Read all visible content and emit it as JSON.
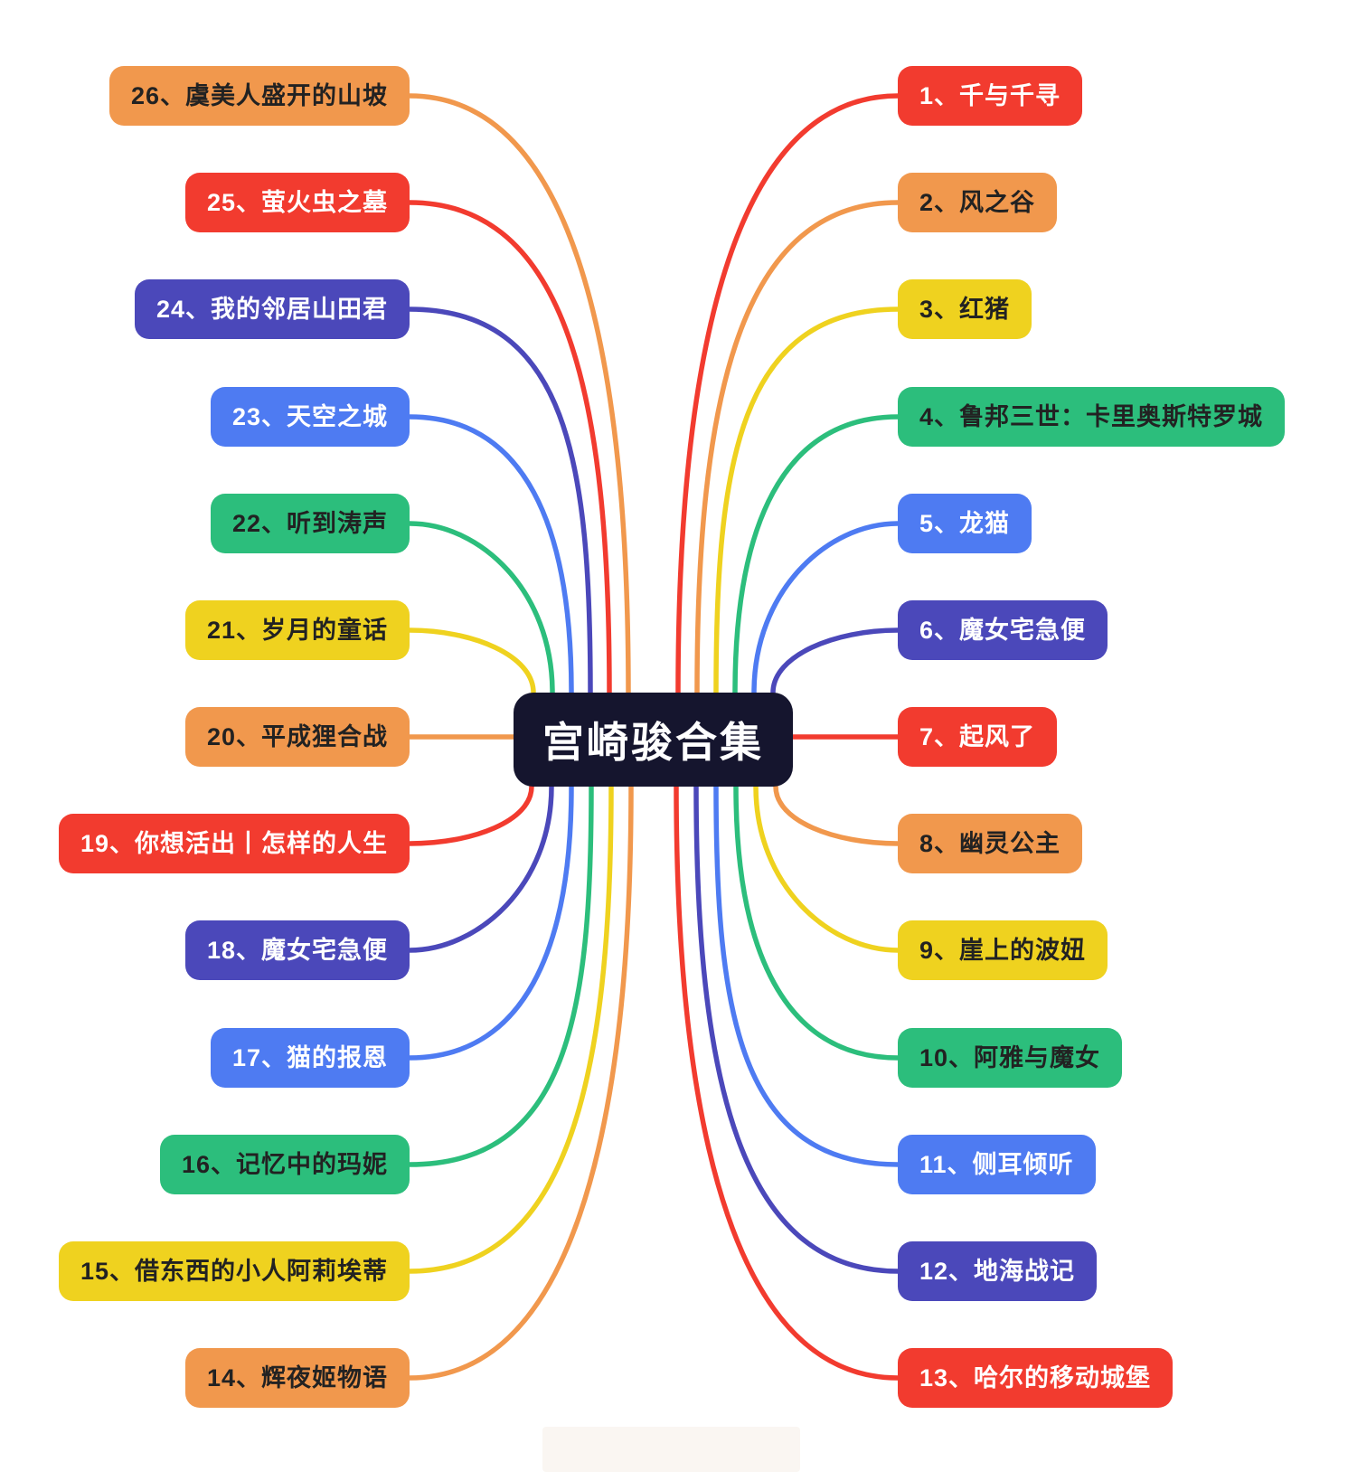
{
  "center": {
    "label": "宫崎骏合集"
  },
  "palette": {
    "red": "#F23B2F",
    "orange": "#F1984D",
    "yellow": "#EFD21F",
    "green": "#2CBE7C",
    "blue": "#4E7BF2",
    "indigo": "#4B48BA",
    "center_bg": "#15152E",
    "text_dark": "#222222",
    "text_light": "#FFFFFF",
    "dark_text_on": [
      "orange",
      "yellow",
      "green"
    ]
  },
  "nodes": [
    {
      "id": 1,
      "label": "1、千与千寻",
      "color": "red",
      "side": "right",
      "row": 0
    },
    {
      "id": 2,
      "label": "2、风之谷",
      "color": "orange",
      "side": "right",
      "row": 1
    },
    {
      "id": 3,
      "label": "3、红猪",
      "color": "yellow",
      "side": "right",
      "row": 2
    },
    {
      "id": 4,
      "label": "4、鲁邦三世：卡里奥斯特罗城",
      "color": "green",
      "side": "right",
      "row": 3
    },
    {
      "id": 5,
      "label": "5、龙猫",
      "color": "blue",
      "side": "right",
      "row": 4
    },
    {
      "id": 6,
      "label": "6、魔女宅急便",
      "color": "indigo",
      "side": "right",
      "row": 5
    },
    {
      "id": 7,
      "label": "7、起风了",
      "color": "red",
      "side": "right",
      "row": 6
    },
    {
      "id": 8,
      "label": "8、幽灵公主",
      "color": "orange",
      "side": "right",
      "row": 7
    },
    {
      "id": 9,
      "label": "9、崖上的波妞",
      "color": "yellow",
      "side": "right",
      "row": 8
    },
    {
      "id": 10,
      "label": "10、阿雅与魔女",
      "color": "green",
      "side": "right",
      "row": 9
    },
    {
      "id": 11,
      "label": "11、侧耳倾听",
      "color": "blue",
      "side": "right",
      "row": 10
    },
    {
      "id": 12,
      "label": "12、地海战记",
      "color": "indigo",
      "side": "right",
      "row": 11
    },
    {
      "id": 13,
      "label": "13、哈尔的移动城堡",
      "color": "red",
      "side": "right",
      "row": 12
    },
    {
      "id": 26,
      "label": "26、虞美人盛开的山坡",
      "color": "orange",
      "side": "left",
      "row": 0
    },
    {
      "id": 25,
      "label": "25、萤火虫之墓",
      "color": "red",
      "side": "left",
      "row": 1
    },
    {
      "id": 24,
      "label": "24、我的邻居山田君",
      "color": "indigo",
      "side": "left",
      "row": 2
    },
    {
      "id": 23,
      "label": "23、天空之城",
      "color": "blue",
      "side": "left",
      "row": 3
    },
    {
      "id": 22,
      "label": "22、听到涛声",
      "color": "green",
      "side": "left",
      "row": 4
    },
    {
      "id": 21,
      "label": "21、岁月的童话",
      "color": "yellow",
      "side": "left",
      "row": 5
    },
    {
      "id": 20,
      "label": "20、平成狸合战",
      "color": "orange",
      "side": "left",
      "row": 6
    },
    {
      "id": 19,
      "label": "19、你想活出丨怎样的人生",
      "color": "red",
      "side": "left",
      "row": 7
    },
    {
      "id": 18,
      "label": "18、魔女宅急便",
      "color": "indigo",
      "side": "left",
      "row": 8
    },
    {
      "id": 17,
      "label": "17、猫的报恩",
      "color": "blue",
      "side": "left",
      "row": 9
    },
    {
      "id": 16,
      "label": "16、记忆中的玛妮",
      "color": "green",
      "side": "left",
      "row": 10
    },
    {
      "id": 15,
      "label": "15、借东西的小人阿莉埃蒂",
      "color": "yellow",
      "side": "left",
      "row": 11
    },
    {
      "id": 14,
      "label": "14、辉夜姬物语",
      "color": "orange",
      "side": "left",
      "row": 12
    }
  ]
}
